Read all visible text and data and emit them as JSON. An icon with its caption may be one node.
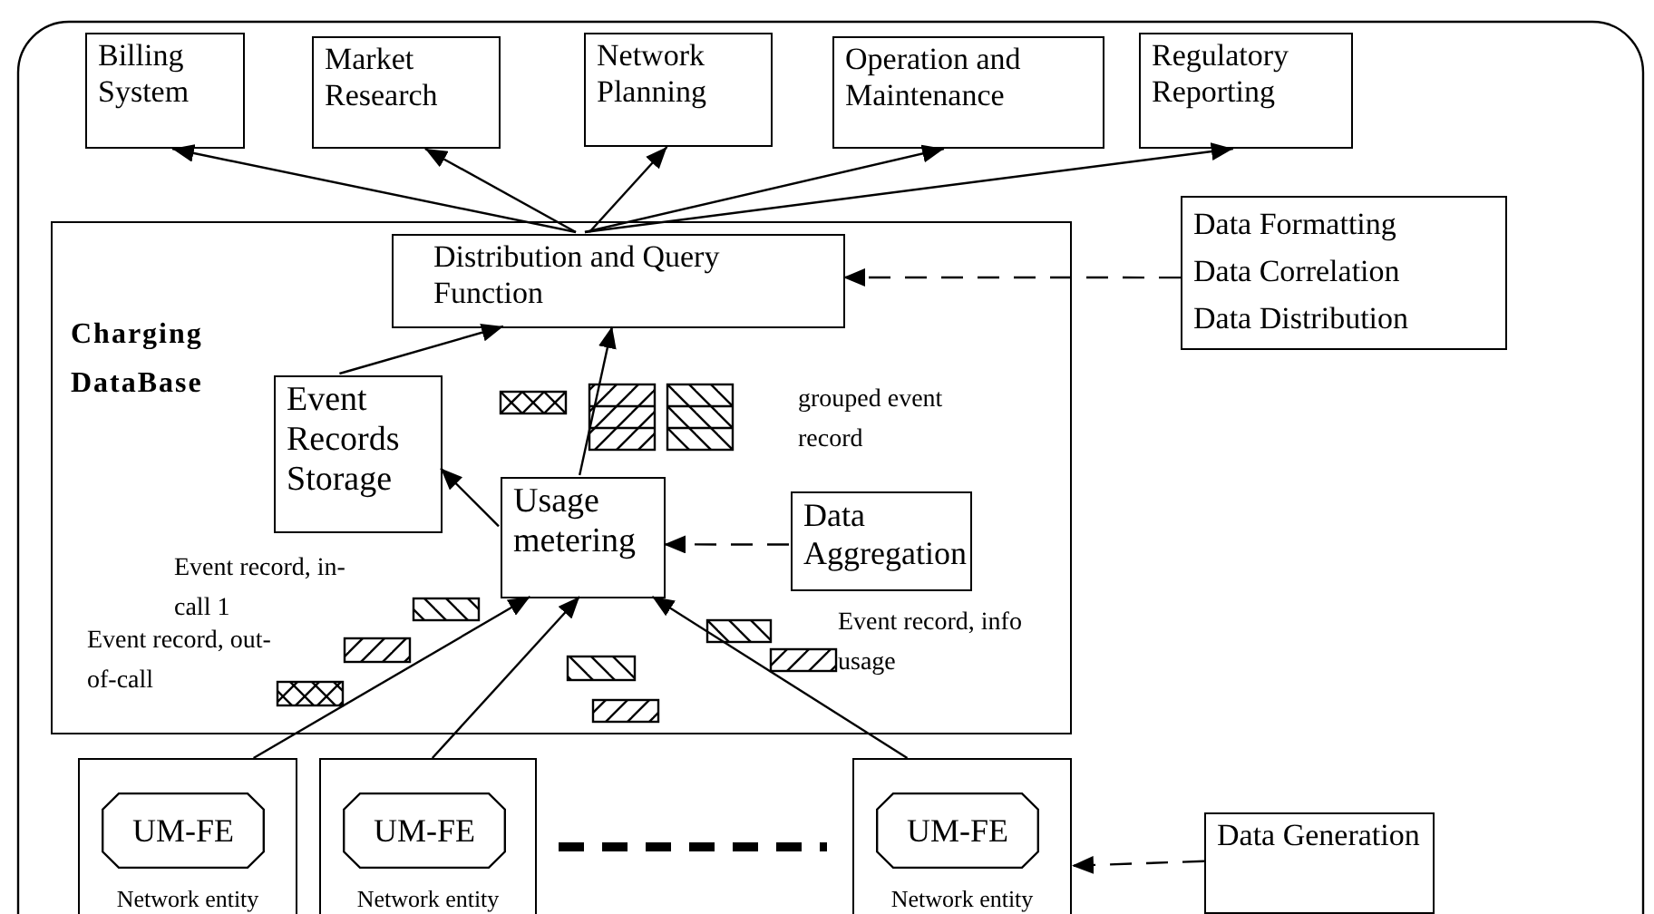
{
  "diagram": {
    "nodes": [
      {
        "text": [
          "Billing System"
        ]
      },
      {
        "text": [
          "Market Research"
        ]
      },
      {
        "text": [
          "Network Planning"
        ]
      },
      {
        "text": [
          "Operation and Maintenance"
        ]
      },
      {
        "text": [
          "Regulatory Reporting"
        ]
      },
      {
        "text": [
          "Charging DataBase"
        ]
      },
      {
        "text": [
          "Distribution and Query Function"
        ],
        "in": 5
      },
      {
        "text": [
          "Data Formatting",
          "Data Correlation",
          "Data Distribution"
        ]
      },
      {
        "text": [
          "Event Records Storage"
        ],
        "in": 5
      },
      {
        "text": [
          "Usage metering"
        ],
        "in": 5
      },
      {
        "text": [
          "Data Aggregation"
        ],
        "in": 5
      },
      {
        "text": [
          "Network entity"
        ]
      },
      {
        "text": [
          "UM-FE"
        ],
        "in": 11
      },
      {
        "text": [
          "Network entity"
        ]
      },
      {
        "text": [
          "UM-FE"
        ],
        "in": 13
      },
      {
        "text": [
          "Network entity"
        ]
      },
      {
        "text": [
          "UM-FE"
        ],
        "in": 15
      },
      {
        "text": [
          "Data Generation"
        ]
      }
    ],
    "edges": [
      {
        "from": 6,
        "to": 0,
        "arrow": "to"
      },
      {
        "from": 6,
        "to": 1,
        "arrow": "to"
      },
      {
        "from": 6,
        "to": 2,
        "arrow": "to"
      },
      {
        "from": 6,
        "to": 3,
        "arrow": "to"
      },
      {
        "from": 6,
        "to": 4,
        "arrow": "to"
      },
      {
        "from": 7,
        "to": 6,
        "arrow": "to",
        "style": "dashed"
      },
      {
        "from": 8,
        "to": 6,
        "arrow": "to"
      },
      {
        "from": 9,
        "to": 8,
        "arrow": "to"
      },
      {
        "from": 9,
        "to": 6,
        "arrow": "to"
      },
      {
        "from": 10,
        "to": 9,
        "arrow": "to",
        "style": "dashed"
      },
      {
        "from": 11,
        "to": 9,
        "arrow": "to"
      },
      {
        "from": 13,
        "to": 9,
        "arrow": "to"
      },
      {
        "from": 15,
        "to": 9,
        "arrow": "to"
      },
      {
        "from": 17,
        "to": 15,
        "arrow": "to",
        "style": "dashed"
      }
    ],
    "labels": [
      "grouped event record",
      "Event record, in-call 1",
      "Event record, info usage",
      "Event record, out-of-call"
    ]
  }
}
